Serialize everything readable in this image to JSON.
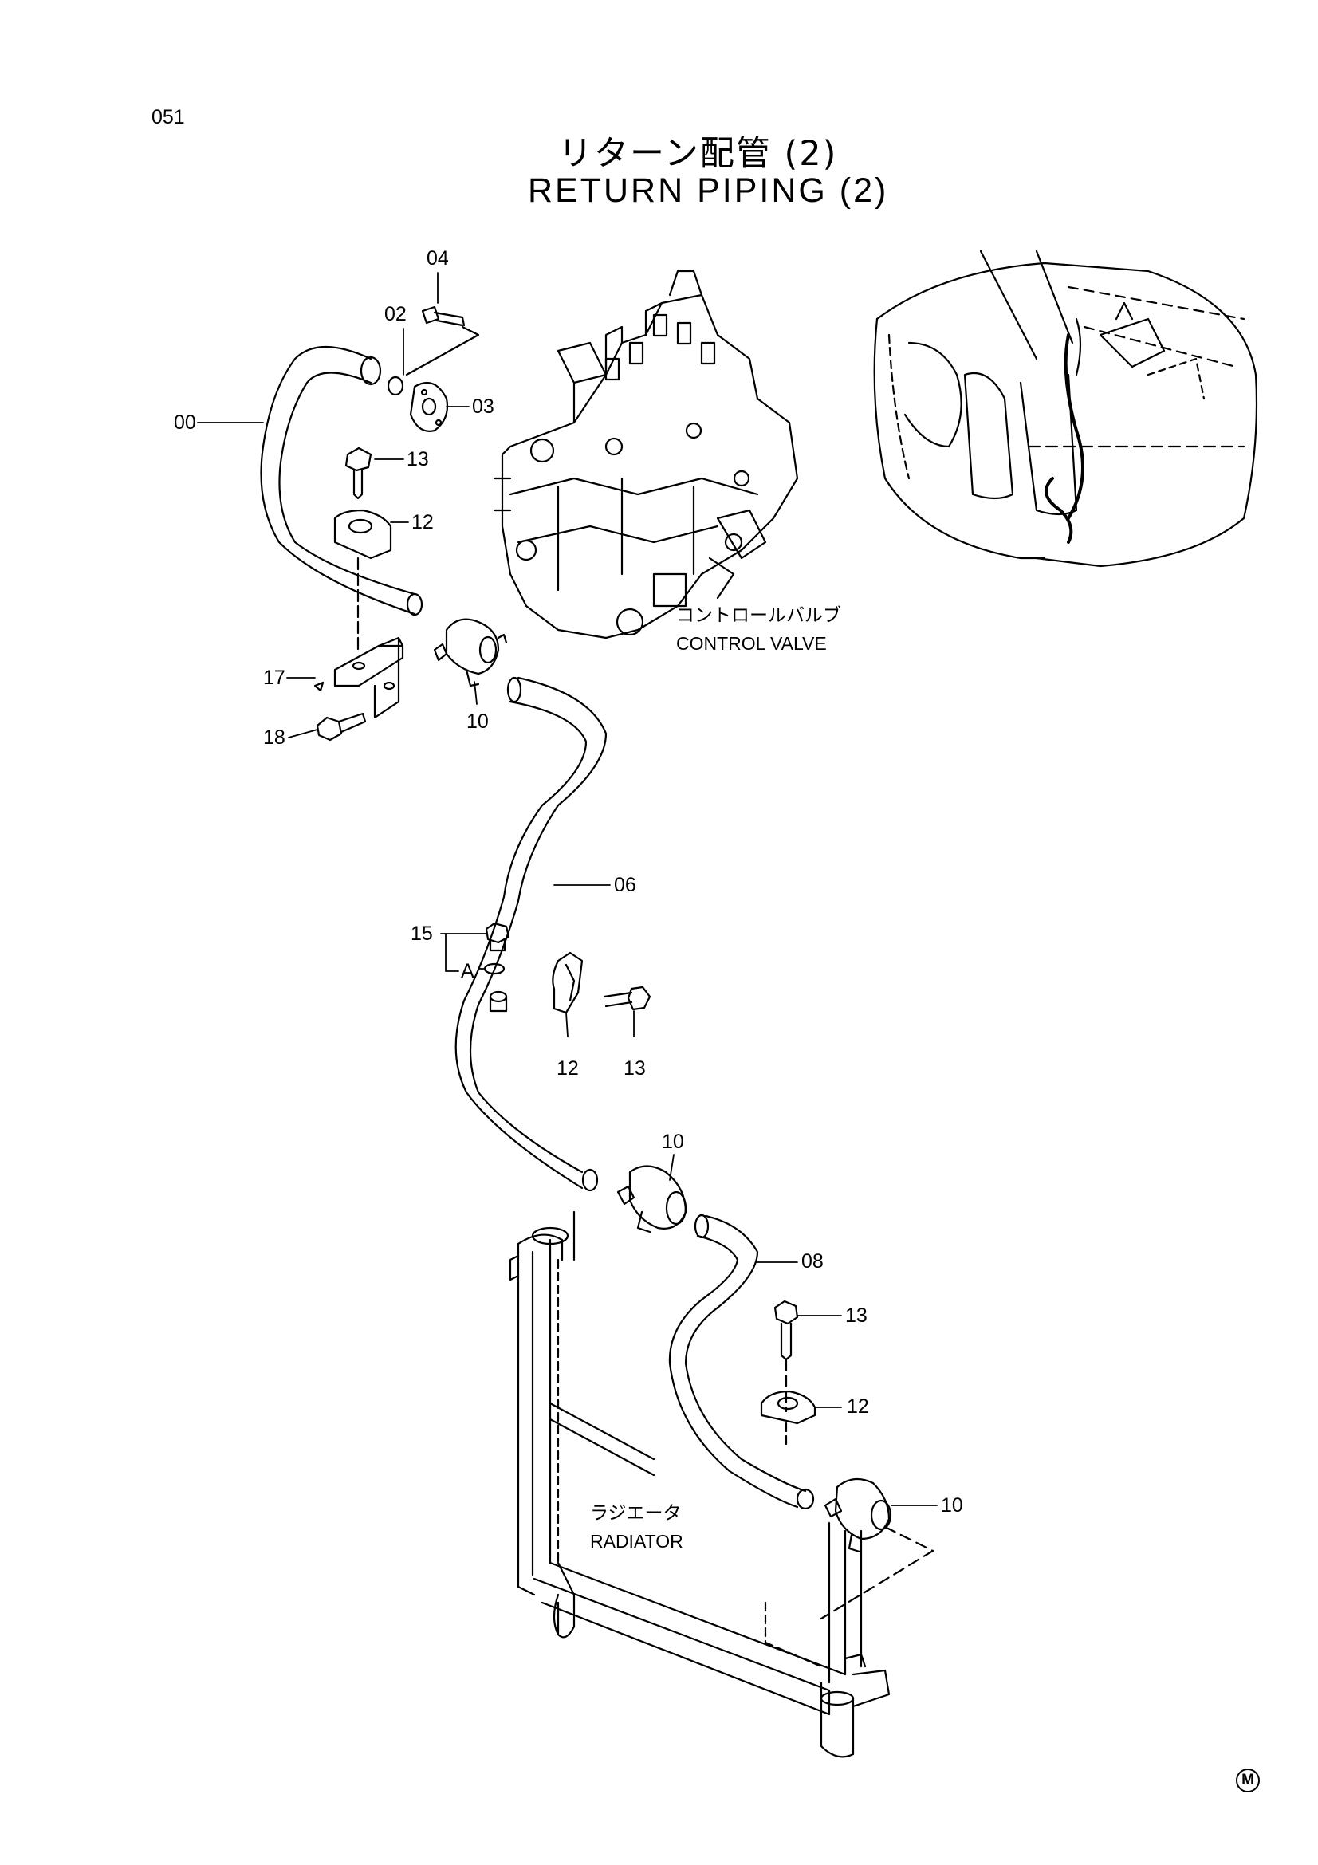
{
  "page_number": "051",
  "title": {
    "japanese": "リターン配管 (2)",
    "english": "RETURN PIPING (2)"
  },
  "components": {
    "control_valve": {
      "japanese": "コントロールバルブ",
      "english": "CONTROL VALVE"
    },
    "radiator": {
      "japanese": "ラジエータ",
      "english": "RADIATOR"
    }
  },
  "callouts": {
    "c04": "04",
    "c02": "02",
    "c03": "03",
    "c00": "00",
    "c13a": "13",
    "c12a": "12",
    "c17": "17",
    "c18": "18",
    "c10a": "10",
    "c06": "06",
    "c15": "15",
    "cA": "A",
    "c12b": "12",
    "c13b": "13",
    "c10b": "10",
    "c08": "08",
    "c13c": "13",
    "c12c": "12",
    "c10c": "10"
  },
  "corner_mark": "M",
  "colors": {
    "ink": "#000000",
    "paper": "#ffffff"
  }
}
